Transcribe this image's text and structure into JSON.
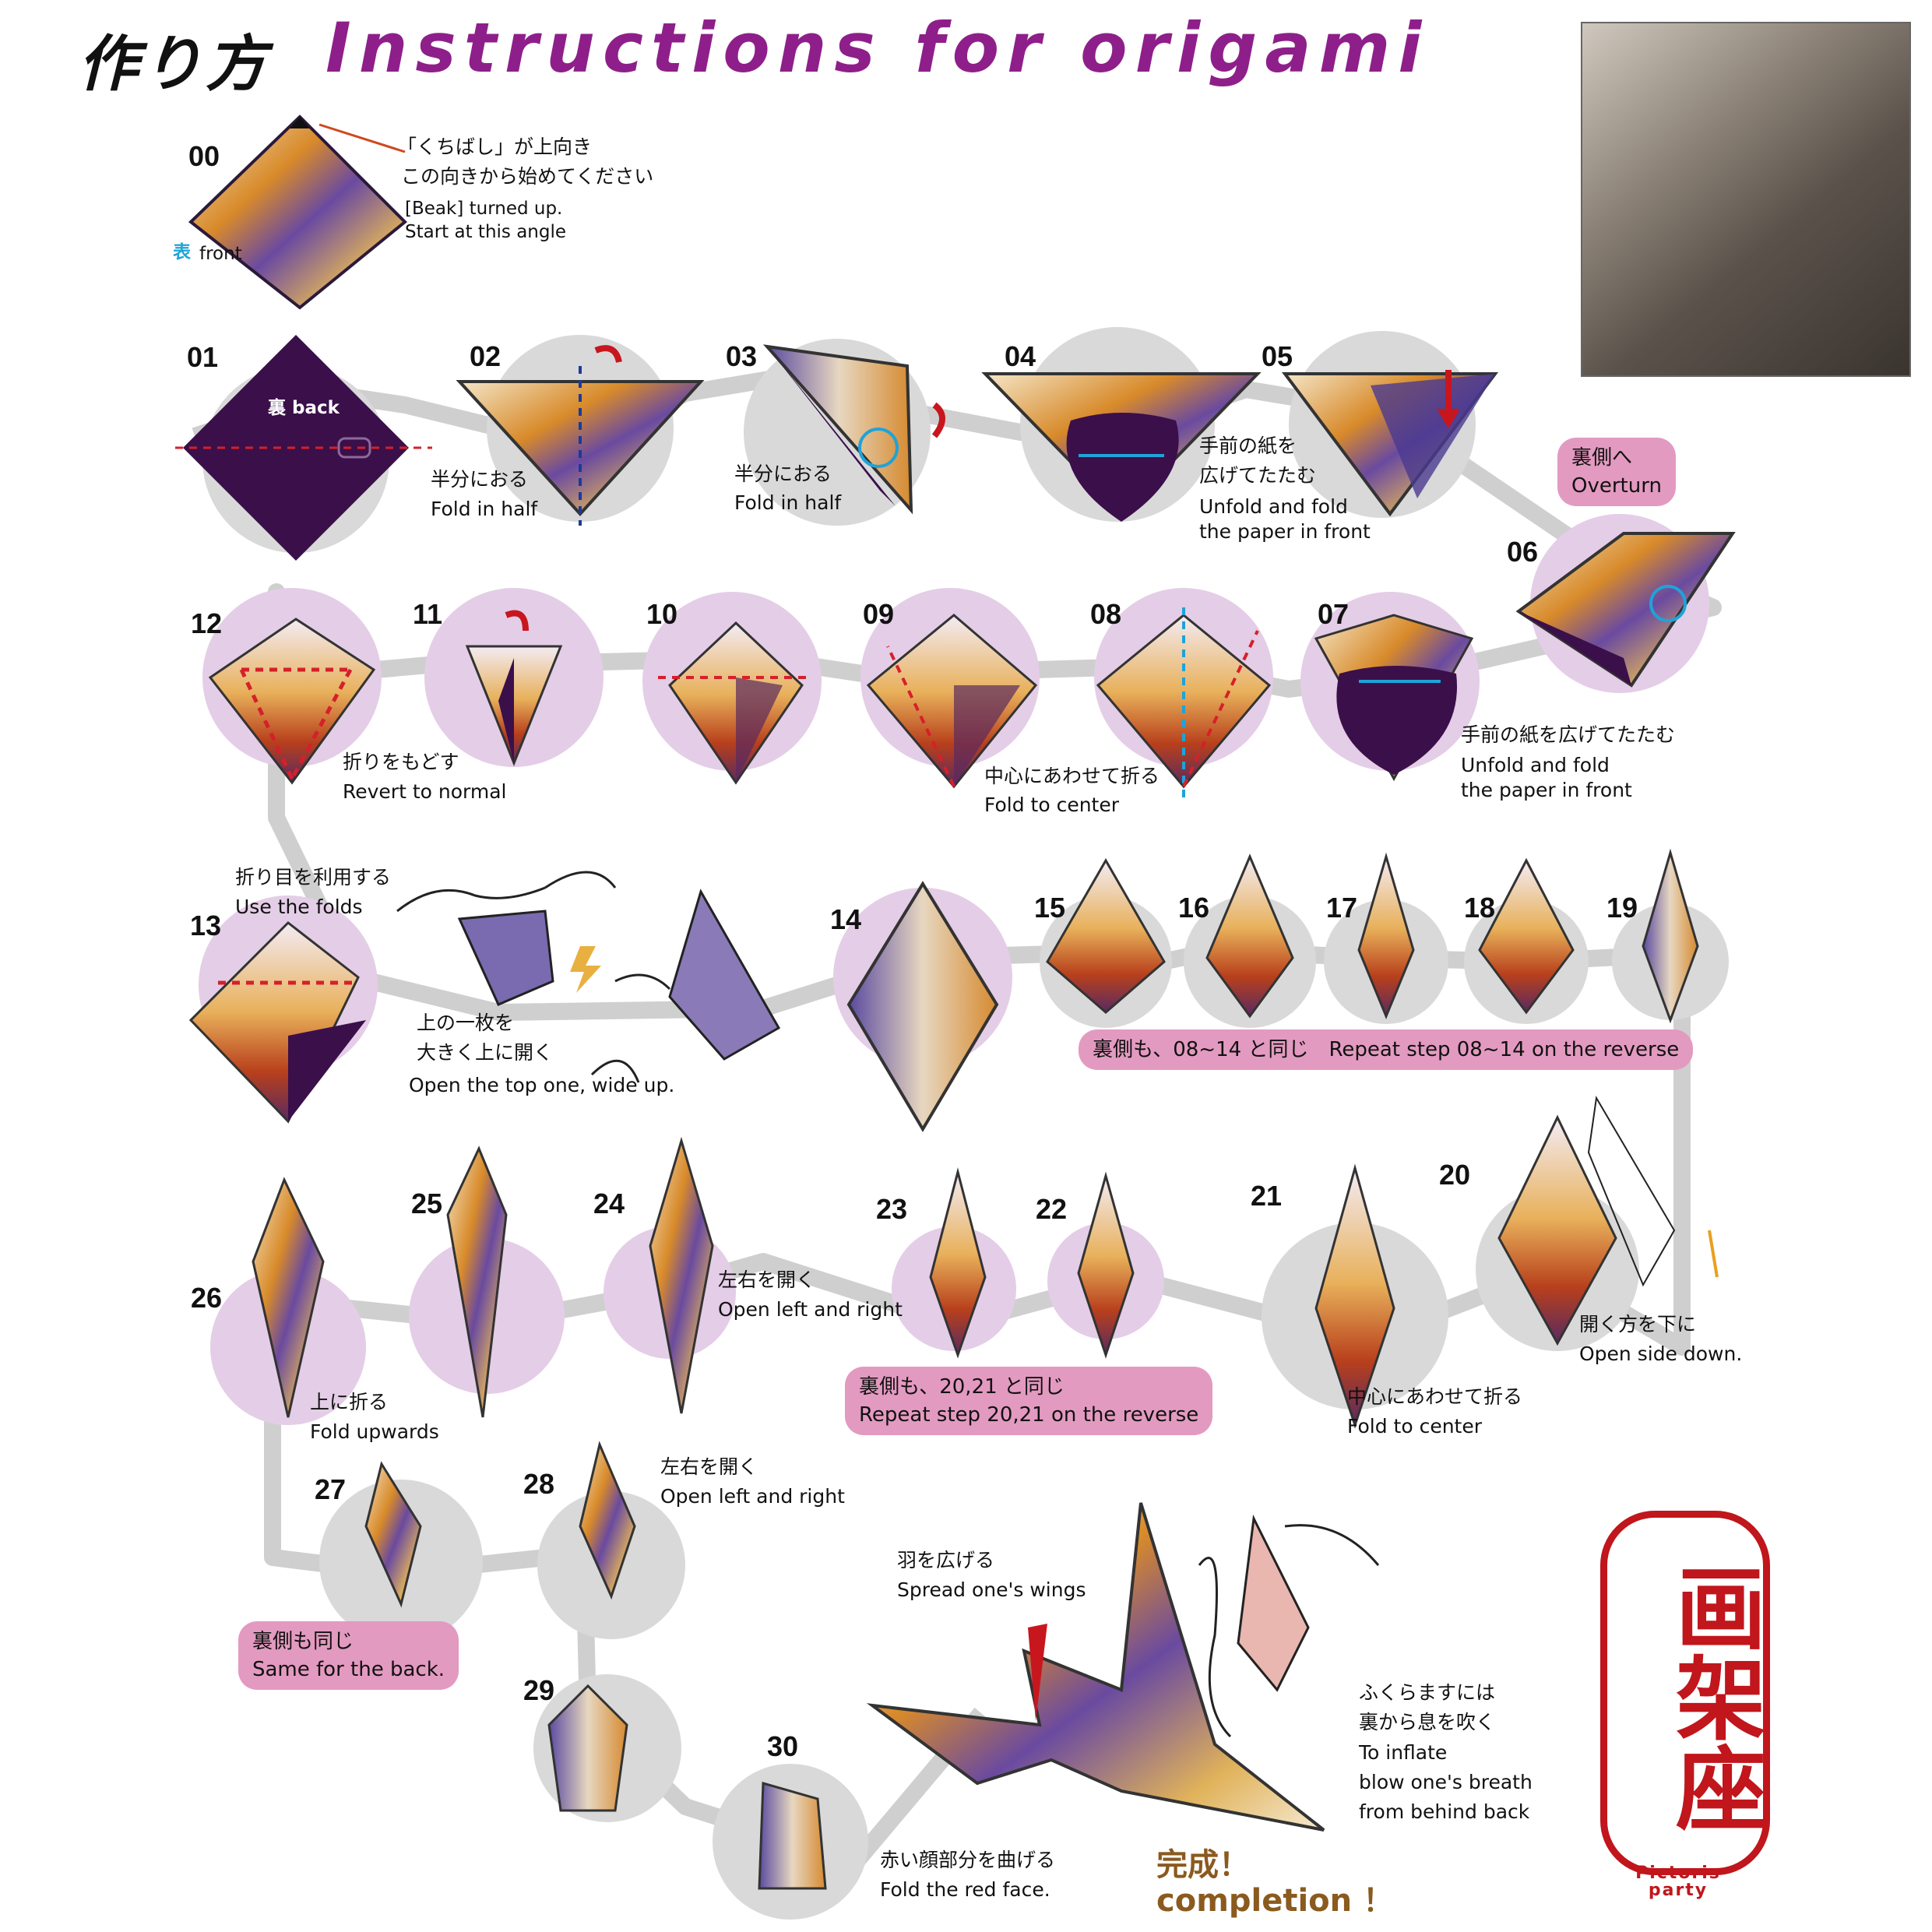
{
  "header": {
    "title_ja": "作り方",
    "title_en": "Instructions for origami"
  },
  "intro": {
    "num": "00",
    "note_ja_1": "「くちばし」が上向き",
    "note_ja_2": "この向きから始めてください",
    "note_en_1": "[Beak] turned up.",
    "note_en_2": "Start at this angle",
    "face_ja": "表",
    "face_en": "front"
  },
  "steps": {
    "s01": {
      "num": "01",
      "label": "裏 back"
    },
    "s02": {
      "num": "02",
      "ja": "半分におる",
      "en": "Fold in half"
    },
    "s03": {
      "num": "03",
      "ja": "半分におる",
      "en": "Fold in half"
    },
    "s04": {
      "num": "04",
      "ja": "手前の紙を",
      "ja2": "広げてたたむ",
      "en": "Unfold and fold",
      "en2": "the paper in front"
    },
    "s05": {
      "num": "05"
    },
    "s06": {
      "num": "06"
    },
    "s07": {
      "num": "07",
      "ja": "手前の紙を広げてたたむ",
      "en": "Unfold and fold",
      "en2": "the paper in front"
    },
    "s08": {
      "num": "08",
      "ja": "中心にあわせて折る",
      "en": "Fold to center"
    },
    "s09": {
      "num": "09"
    },
    "s10": {
      "num": "10"
    },
    "s11": {
      "num": "11"
    },
    "s12": {
      "num": "12",
      "ja": "折りをもどす",
      "en": "Revert to normal"
    },
    "s13": {
      "num": "13",
      "ja_pre": "折り目を利用する",
      "en_pre": "Use the folds",
      "ja": "上の一枚を",
      "ja2": "大きく上に開く",
      "en": "Open the top one, wide up."
    },
    "s14": {
      "num": "14"
    },
    "s15": {
      "num": "15"
    },
    "s16": {
      "num": "16"
    },
    "s17": {
      "num": "17"
    },
    "s18": {
      "num": "18"
    },
    "s19": {
      "num": "19"
    },
    "s20": {
      "num": "20",
      "ja": "開く方を下に",
      "en": "Open side down."
    },
    "s21": {
      "num": "21",
      "ja": "中心にあわせて折る",
      "en": "Fold to center"
    },
    "s22": {
      "num": "22"
    },
    "s23": {
      "num": "23"
    },
    "s24": {
      "num": "24",
      "ja": "左右を開く",
      "en": "Open left and right"
    },
    "s25": {
      "num": "25"
    },
    "s26": {
      "num": "26",
      "ja": "上に折る",
      "en": "Fold upwards"
    },
    "s27": {
      "num": "27"
    },
    "s28": {
      "num": "28",
      "ja": "左右を開く",
      "en": "Open left and right"
    },
    "s29": {
      "num": "29"
    },
    "s30": {
      "num": "30",
      "ja": "赤い顔部分を曲げる",
      "en": "Fold the red face."
    }
  },
  "banners": {
    "overturn_ja": "裏側へ",
    "overturn_en": "Overturn",
    "repeat_0814": "裏側も、08~14 と同じ　Repeat step 08~14 on the reverse",
    "repeat_2021_ja": "裏側も、20,21 と同じ",
    "repeat_2021_en": "Repeat step 20,21 on the reverse",
    "same_back_ja": "裏側も同じ",
    "same_back_en": "Same for the back."
  },
  "final": {
    "wings_ja": "羽を広げる",
    "wings_en": "Spread one's wings",
    "done_ja": "完成！",
    "done_en": "completion ！",
    "inflate_ja1": "ふくらますには",
    "inflate_ja2": "裏から息を吹く",
    "inflate_en1": "To inflate",
    "inflate_en2": "blow one's breath",
    "inflate_en3": "from behind back"
  },
  "brand": {
    "seal_chars": "画架座",
    "name_1": "Pictoris",
    "name_2": "party"
  },
  "colors": {
    "accent_purple": "#8e1f8a",
    "paper_back": "#3b0f4a",
    "banner_pink": "#e39ac0",
    "circle_gray": "#d9d9d9",
    "circle_lavender": "#e4cde6",
    "arrow_red": "#c8161e",
    "guide_blue": "#1fa3d8",
    "seal_red": "#c0161c"
  }
}
